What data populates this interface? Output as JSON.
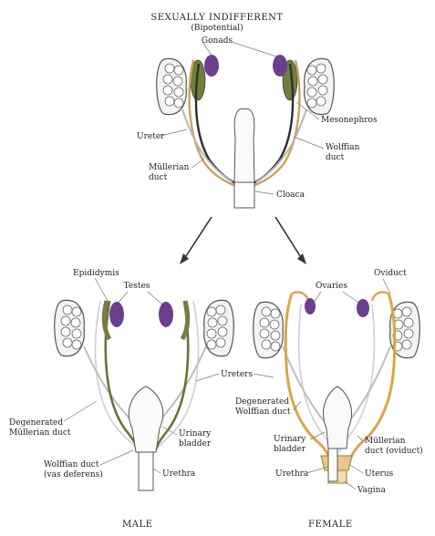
{
  "top": {
    "title": "SEXUALLY INDIFFERENT",
    "subtitle": "(Bipotential)",
    "gonads": "Gonads",
    "mesonephros": "Mesonephros",
    "ureter": "Ureter",
    "wolffian_duct": [
      "Wolffian",
      "duct"
    ],
    "mullerian_duct": [
      "Müllerian",
      "duct"
    ],
    "cloaca": "Cloaca"
  },
  "male": {
    "epididymis": "Epididymis",
    "testes": "Testes",
    "degenerated_mullerian": [
      "Degenerated",
      "Müllerian duct"
    ],
    "urinary_bladder": [
      "Urinary",
      "bladder"
    ],
    "wolffian_vas": [
      "Wolffian duct",
      "(vas deferens)"
    ],
    "urethra": "Urethra",
    "caption": "MALE"
  },
  "female": {
    "ovaries": "Ovaries",
    "oviduct": "Oviduct",
    "degenerated_wolffian": [
      "Degenerated",
      "Wolffian duct"
    ],
    "urinary_bladder": [
      "Urinary",
      "bladder"
    ],
    "urethra": "Urethra",
    "mullerian_oviduct": [
      "Müllerian",
      "duct (oviduct)"
    ],
    "uterus": "Uterus",
    "vagina": "Vagina",
    "caption": "FEMALE"
  },
  "shared": {
    "ureters": "Ureters"
  },
  "colors": {
    "gonad": "#6b3f8e",
    "mesonephros_tissue": "#6f7d3a",
    "wolffian": "#7a7a4a",
    "mullerian": "#d9a64a",
    "ureter": "#b8b8b8",
    "kidney_outline": "#555555"
  }
}
